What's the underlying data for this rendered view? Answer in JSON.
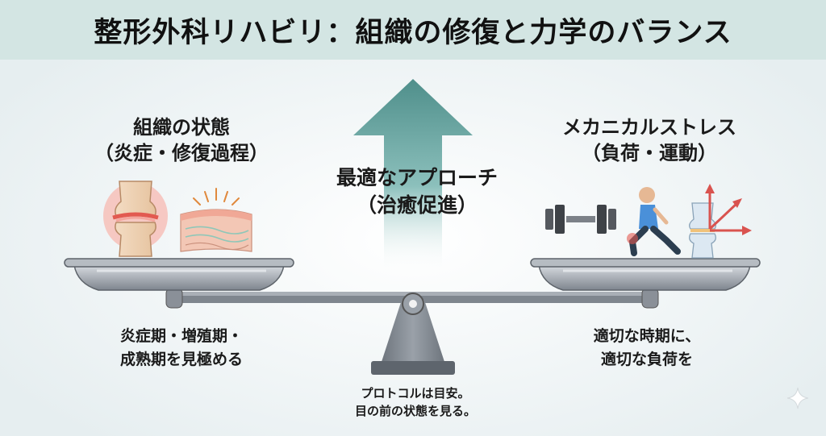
{
  "title": "整形外科リハビリ：組織の修復と力学のバランス",
  "left": {
    "heading": [
      "組織の状態",
      "（炎症・修復過程）"
    ],
    "note": [
      "炎症期・増殖期・",
      "成熟期を見極める"
    ]
  },
  "center": {
    "heading": [
      "最適なアプローチ",
      "（治癒促進）"
    ],
    "note": [
      "プロトコルは目安。",
      "目の前の状態を見る。"
    ]
  },
  "right": {
    "heading": [
      "メカニカルストレス",
      "（負荷・運動）"
    ],
    "note": [
      "適切な時期に、",
      "適切な負荷を"
    ]
  },
  "icons": {
    "left_pan": [
      "inflamed-knee-joint-icon",
      "healing-tissue-icon"
    ],
    "right_pan": [
      "dumbbell-icon",
      "lunging-person-icon",
      "knee-force-vectors-icon"
    ],
    "center": "upward-arrow-icon",
    "corner": "sparkle-icon"
  },
  "colors": {
    "title_bar": "#d3e5e3",
    "arrow": "#5f9c98",
    "scale": "#8a9098",
    "inflammation": "#e25a50",
    "force_arrow": "#d9534f"
  }
}
